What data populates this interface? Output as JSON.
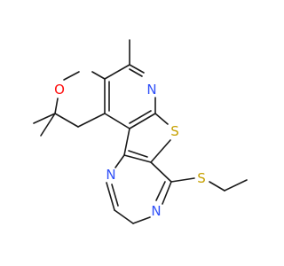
{
  "colors": {
    "bond": "#1a1a1a",
    "O": "#ff0d0d",
    "N": "#3050f8",
    "S": "#c6a000"
  },
  "atoms": [
    {
      "id": "O1",
      "label": "O",
      "element": "O"
    },
    {
      "id": "N1",
      "label": "N",
      "element": "N"
    },
    {
      "id": "S1",
      "label": "S",
      "element": "S"
    },
    {
      "id": "N2",
      "label": "N",
      "element": "N"
    },
    {
      "id": "N3",
      "label": "N",
      "element": "N"
    },
    {
      "id": "S2",
      "label": "S",
      "element": "S"
    }
  ]
}
